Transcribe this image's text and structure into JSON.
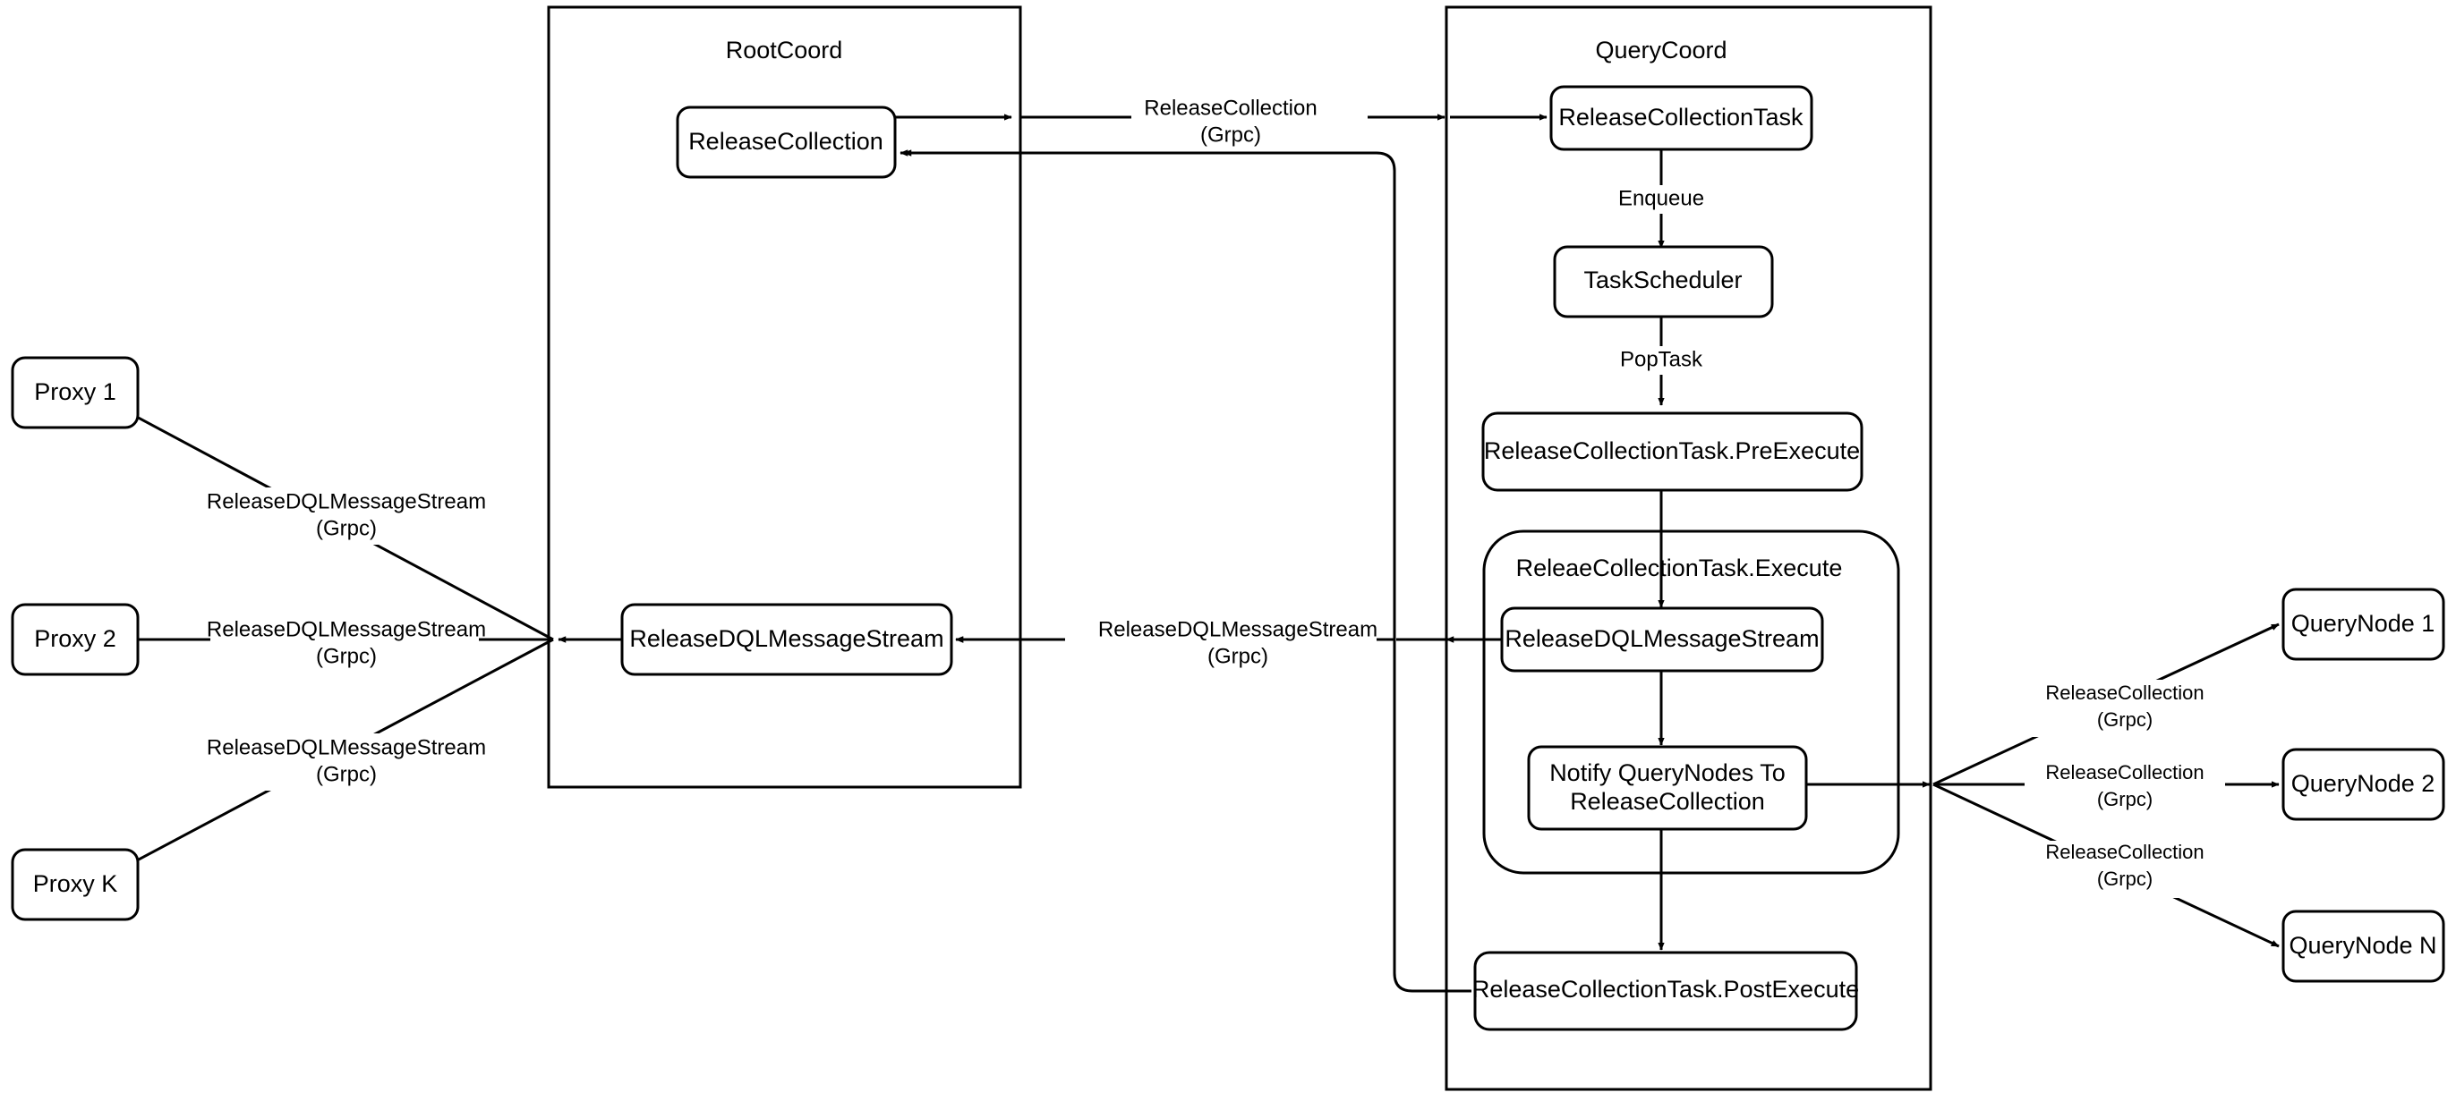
{
  "diagram": {
    "title": "Milvus ReleaseCollection Flow",
    "background_color": "#ffffff",
    "stroke_color": "#000000",
    "containers": [
      {
        "id": "rootcoord",
        "label": "RootCoord"
      },
      {
        "id": "querycoord",
        "label": "QueryCoord"
      }
    ],
    "groups": [
      {
        "id": "execute-group",
        "label": "ReleaeCollectionTask.Execute"
      }
    ],
    "nodes": {
      "proxy1": "Proxy 1",
      "proxy2": "Proxy 2",
      "proxyk": "Proxy K",
      "rc_release_collection": "ReleaseCollection",
      "rc_release_dql": "ReleaseDQLMessageStream",
      "qc_release_collection_task": "ReleaseCollectionTask",
      "qc_task_scheduler": "TaskScheduler",
      "qc_pre_execute": "ReleaseCollectionTask.PreExecute",
      "qc_release_dql": "ReleaseDQLMessageStream",
      "qc_notify_nodes_line1": "Notify QueryNodes To",
      "qc_notify_nodes_line2": "ReleaseCollection",
      "qc_post_execute": "ReleaseCollectionTask.PostExecute",
      "querynode1": "QueryNode 1",
      "querynode2": "QueryNode 2",
      "querynoden": "QueryNode N"
    },
    "edge_labels": {
      "release_collection_grpc_line1": "ReleaseCollection",
      "release_collection_grpc_line2": "(Grpc)",
      "release_dql_grpc_line1": "ReleaseDQLMessageStream",
      "release_dql_grpc_line2": "(Grpc)",
      "enqueue": "Enqueue",
      "pop_task": "PopTask"
    },
    "edges": [
      {
        "id": "rc-to-qc",
        "label_line1": "ReleaseCollection",
        "label_line2": "(Grpc)",
        "from": "rc_release_collection",
        "to": "qc_release_collection_task"
      },
      {
        "id": "qc-post-to-rc",
        "label_line1": "",
        "label_line2": "",
        "from": "qc_post_execute",
        "to": "rc_release_collection"
      },
      {
        "id": "enqueue",
        "label_line1": "Enqueue",
        "label_line2": "",
        "from": "qc_release_collection_task",
        "to": "qc_task_scheduler"
      },
      {
        "id": "poptask",
        "label_line1": "PopTask",
        "label_line2": "",
        "from": "qc_task_scheduler",
        "to": "qc_pre_execute"
      },
      {
        "id": "pre-to-exec",
        "label_line1": "",
        "label_line2": "",
        "from": "qc_pre_execute",
        "to": "qc_release_dql"
      },
      {
        "id": "dql-to-notify",
        "label_line1": "",
        "label_line2": "",
        "from": "qc_release_dql",
        "to": "qc_notify_nodes"
      },
      {
        "id": "notify-to-post",
        "label_line1": "",
        "label_line2": "",
        "from": "qc_notify_nodes",
        "to": "qc_post_execute"
      },
      {
        "id": "qc-dql-to-rc-dql",
        "label_line1": "ReleaseDQLMessageStream",
        "label_line2": "(Grpc)",
        "from": "qc_release_dql",
        "to": "rc_release_dql"
      },
      {
        "id": "rc-dql-to-proxy1",
        "label_line1": "ReleaseDQLMessageStream",
        "label_line2": "(Grpc)",
        "from": "rc_release_dql",
        "to": "proxy1"
      },
      {
        "id": "rc-dql-to-proxy2",
        "label_line1": "ReleaseDQLMessageStream",
        "label_line2": "(Grpc)",
        "from": "rc_release_dql",
        "to": "proxy2"
      },
      {
        "id": "rc-dql-to-proxyk",
        "label_line1": "ReleaseDQLMessageStream",
        "label_line2": "(Grpc)",
        "from": "rc_release_dql",
        "to": "proxyk"
      },
      {
        "id": "notify-to-qn1",
        "label_line1": "ReleaseCollection",
        "label_line2": "(Grpc)",
        "from": "qc_notify_nodes",
        "to": "querynode1"
      },
      {
        "id": "notify-to-qn2",
        "label_line1": "ReleaseCollection",
        "label_line2": "(Grpc)",
        "from": "qc_notify_nodes",
        "to": "querynode2"
      },
      {
        "id": "notify-to-qnn",
        "label_line1": "ReleaseCollection",
        "label_line2": "(Grpc)",
        "from": "qc_notify_nodes",
        "to": "querynoden"
      }
    ]
  }
}
